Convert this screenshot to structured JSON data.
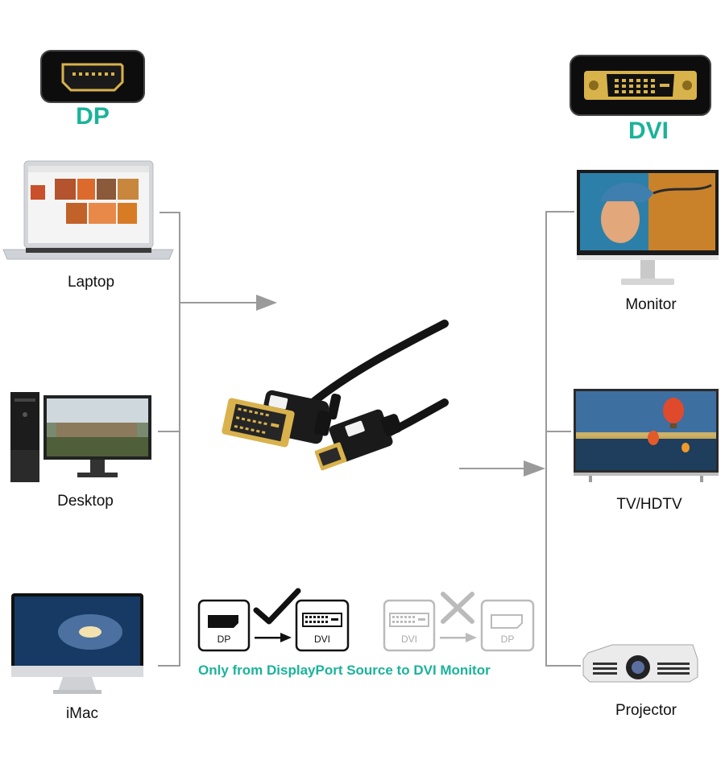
{
  "ports": {
    "left": {
      "label": "DP"
    },
    "right": {
      "label": "DVI"
    }
  },
  "sources": [
    {
      "label": "Laptop"
    },
    {
      "label": "Desktop"
    },
    {
      "label": "iMac"
    }
  ],
  "displays": [
    {
      "label": "Monitor"
    },
    {
      "label": "TV/HDTV"
    },
    {
      "label": "Projector"
    }
  ],
  "direction": {
    "supported": {
      "from": "DP",
      "to": "DVI"
    },
    "unsupported": {
      "from": "DVI",
      "to": "DP"
    },
    "note": "Only from DisplayPort Source to DVI Monitor"
  },
  "colors": {
    "accent": "#1bb39a",
    "lines": "#9a9a9a",
    "connector_gold": "#d8b24a",
    "check": "#111111",
    "cross": "#bbbbbb"
  }
}
